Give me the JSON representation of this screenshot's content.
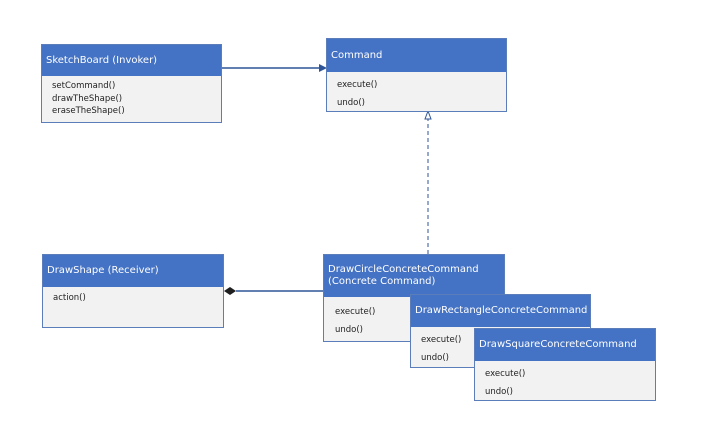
{
  "colors": {
    "header": "#4472c4",
    "body": "#f2f2f2",
    "border": "#5b7dba",
    "line": "#2f5597"
  },
  "classes": {
    "sketchboard": {
      "title": "SketchBoard (Invoker)",
      "methods": [
        "setCommand()",
        "drawTheShape()",
        "eraseTheShape()"
      ]
    },
    "command": {
      "title": "Command",
      "methods": [
        "execute()",
        "undo()"
      ]
    },
    "drawshape": {
      "title": "DrawShape (Receiver)",
      "methods": [
        "action()"
      ]
    },
    "circle": {
      "title_line1": "DrawCircleConcreteCommand",
      "title_line2": "(Concrete Command)",
      "methods": [
        "execute()",
        "undo()"
      ]
    },
    "rectangle": {
      "title": "DrawRectangleConcreteCommand",
      "methods": [
        "execute()",
        "undo()"
      ]
    },
    "square": {
      "title": "DrawSquareConcreteCommand",
      "methods": [
        "execute()",
        "undo()"
      ]
    }
  },
  "relations": [
    {
      "from": "SketchBoard (Invoker)",
      "to": "Command",
      "type": "association"
    },
    {
      "from": "DrawCircleConcreteCommand",
      "to": "Command",
      "type": "realization"
    },
    {
      "from": "DrawCircleConcreteCommand",
      "to": "DrawShape (Receiver)",
      "type": "composition"
    }
  ]
}
